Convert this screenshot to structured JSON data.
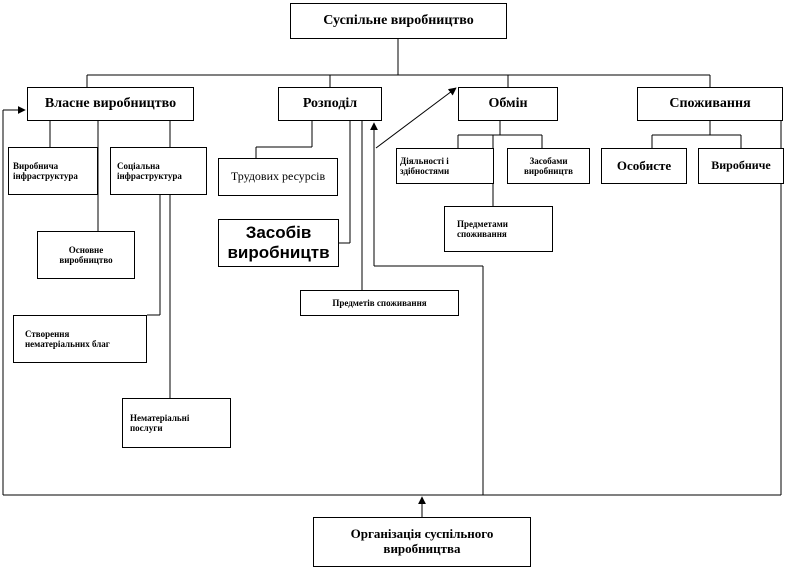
{
  "diagram": {
    "root": "Суспільне виробництво",
    "branches": {
      "own_production": "Власне виробництво",
      "distribution": "Розподіл",
      "exchange": "Обмін",
      "consumption": "Споживання"
    },
    "own_production_children": {
      "production_infrastructure": "Виробнича\nінфраструктура",
      "social_infrastructure": "Соціальна\nінфраструктура",
      "main_production": "Основне\nвиробництво",
      "nonmaterial_goods": "Створення\nнематеріальних  благ",
      "nonmaterial_services": "Нематеріальні\nпослуги"
    },
    "distribution_children": {
      "labor_resources": "Трудових ресурсів",
      "means_of_production": "Засобів\nвиробництв",
      "consumer_goods": "Предметів  споживання"
    },
    "exchange_children": {
      "activities_abilities": "Діяльності і\nздібностями",
      "means_of_production": "Засобами\nвиробництв",
      "consumer_goods": "Предметами\nспоживання"
    },
    "consumption_children": {
      "personal": "Особисте",
      "productive": "Виробниче"
    },
    "organization": "Організація  суспільного\nвиробництва"
  }
}
